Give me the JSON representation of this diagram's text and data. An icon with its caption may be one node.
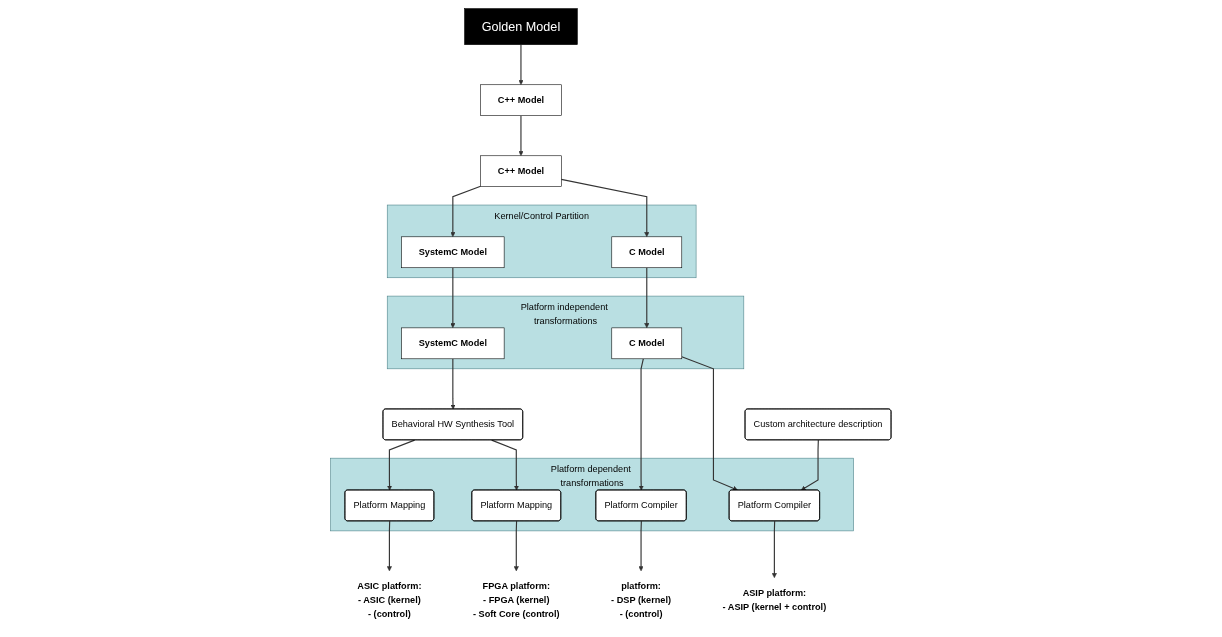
{
  "diagram": {
    "nodes": [
      {
        "text": [
          "Golden Model"
        ]
      },
      {
        "text": [
          "C++ Model"
        ]
      },
      {
        "text": [
          "C++ Model"
        ]
      },
      {
        "text": [
          "Custom architecture description"
        ]
      },
      {
        "text": [
          "Kernel/Control Partition"
        ]
      },
      {
        "text": [
          "SystemC Model"
        ],
        "in": 4
      },
      {
        "text": [
          "C Model"
        ],
        "in": 4
      },
      {
        "text": [
          "Platform independent transformations"
        ]
      },
      {
        "text": [
          "SystemC Model"
        ],
        "in": 7
      },
      {
        "text": [
          "C Model"
        ],
        "in": 7
      },
      {
        "text": [
          "Behavioral HW Synthesis Tool"
        ]
      },
      {
        "text": [
          "Platform dependent transformations"
        ]
      },
      {
        "text": [
          "Platform Mapping"
        ],
        "in": 11
      },
      {
        "text": [
          "Platform Mapping"
        ],
        "in": 11
      },
      {
        "text": [
          "Platform Compiler"
        ],
        "in": 11
      },
      {
        "text": [
          "Platform Compiler"
        ],
        "in": 11
      },
      {
        "text": [
          "ASIC platform:",
          "- ASIC (kernel)",
          "- (control)"
        ]
      },
      {
        "text": [
          "FPGA platform:",
          "- FPGA (kernel)",
          "- Soft Core (control)"
        ]
      },
      {
        "text": [
          "platform:",
          "- DSP (kernel)",
          "- (control)"
        ]
      },
      {
        "text": [
          "ASIP platform:",
          "- ASIP (kernel + control)"
        ]
      }
    ],
    "edges": [
      {
        "from": 0,
        "to": 1,
        "arrow": "to"
      },
      {
        "from": 1,
        "to": 2,
        "arrow": "to"
      },
      {
        "from": 2,
        "to": 5,
        "arrow": "to"
      },
      {
        "from": 2,
        "to": 6,
        "arrow": "to"
      },
      {
        "from": 5,
        "to": 8,
        "arrow": "to"
      },
      {
        "from": 6,
        "to": 9,
        "arrow": "to"
      },
      {
        "from": 8,
        "to": 10,
        "arrow": "to"
      },
      {
        "from": 10,
        "to": 12,
        "arrow": "to"
      },
      {
        "from": 10,
        "to": 13,
        "arrow": "to"
      },
      {
        "from": 9,
        "to": 14,
        "arrow": "to"
      },
      {
        "from": 9,
        "to": 15,
        "arrow": "to"
      },
      {
        "from": 3,
        "to": 15,
        "arrow": "to"
      },
      {
        "from": 12,
        "to": 16,
        "arrow": "to"
      },
      {
        "from": 13,
        "to": 17,
        "arrow": "to"
      },
      {
        "from": 14,
        "to": 18,
        "arrow": "to"
      },
      {
        "from": 15,
        "to": 19,
        "arrow": "to"
      }
    ]
  }
}
